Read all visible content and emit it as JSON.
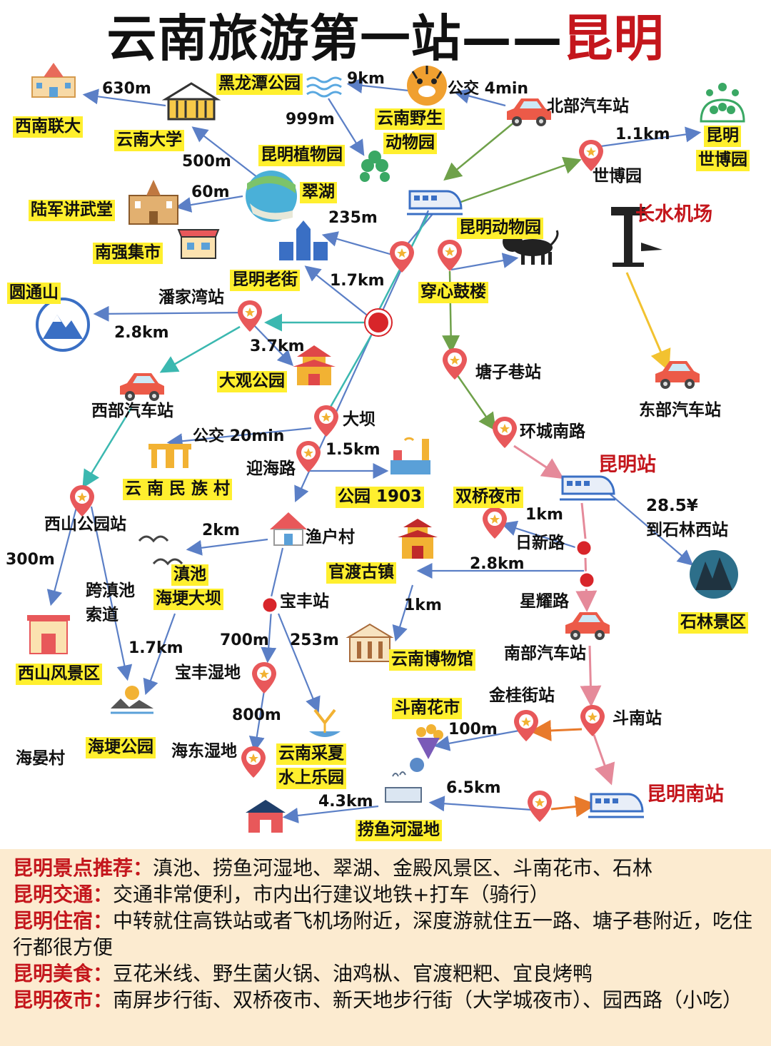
{
  "title": {
    "main": "云南旅游第一站——",
    "city": "昆明"
  },
  "colors": {
    "title_red": "#c4161c",
    "highlight": "#ffef2e",
    "info_bg": "#fcebd0",
    "route_blue": "#5b7fc6",
    "route_green": "#6fa14a",
    "route_teal": "#3bb8b0",
    "route_pink": "#e58a9a",
    "route_orange": "#e87a2b",
    "route_yellow": "#f2c230"
  },
  "places": {
    "heilongtan": "黑龙潭公园",
    "xinanlianda": "西南联大",
    "yunnandaxue": "云南大学",
    "yunnanyesheng_1": "云南野生",
    "yunnanyesheng_2": "动物园",
    "beibu_bus": "北部汽车站",
    "shibo_1": "昆明",
    "shibo_2": "世博园",
    "shibo_station": "世博园",
    "zhiwuyuan": "昆明植物园",
    "cuihu": "翠湖",
    "lujun": "陆军讲武堂",
    "nanqiang": "南强集市",
    "dongwuyuan": "昆明动物园",
    "changshui": "长水机场",
    "laojie": "昆明老街",
    "chuanxin": "穿心鼓楼",
    "yuantongshan": "圆通山",
    "panjiawan": "潘家湾站",
    "daguan": "大观公园",
    "tangzixiang": "塘子巷站",
    "xibu_bus": "西部汽车站",
    "daba": "大坝",
    "huanchengnan": "环城南路",
    "dongbu_bus": "东部汽车站",
    "minzucun": "云 南 民 族 村",
    "yinghailu": "迎海路",
    "park1903": "公园 1903",
    "kunming_station": "昆明站",
    "shuangqiao": "双桥夜市",
    "xishangongyuan": "西山公园站",
    "yuhucun": "渔户村",
    "rixinlu": "日新路",
    "shilinxi_price": "28.5¥",
    "shilinxi": "到石林西站",
    "guandu": "官渡古镇",
    "dianchi_1": "滇池",
    "dianchi_2": "海埂大坝",
    "kuadian_1": "跨滇池",
    "kuadian_2": "索道",
    "baofeng": "宝丰站",
    "xingyaolu": "星耀路",
    "shilin": "石林景区",
    "xishan": "西山风景区",
    "bowuguan": "云南博物馆",
    "nanbu_bus": "南部汽车站",
    "baofeng_wetland": "宝丰湿地",
    "jingui": "金桂街站",
    "dounan_huashi": "斗南花市",
    "dounan_station": "斗南站",
    "haigeng": "海埂公园",
    "haiyan": "海晏村",
    "haidong": "海东湿地",
    "caixia_1": "云南采夏",
    "caixia_2": "水上乐园",
    "kunmingnan": "昆明南站",
    "laoyuhe": "捞鱼河湿地"
  },
  "distances": {
    "d630": "630m",
    "d9km": "9km",
    "bus4": "公交 4min",
    "d999": "999m",
    "d11": "1.1km",
    "d500": "500m",
    "d60": "60m",
    "d235": "235m",
    "d17a": "1.7km",
    "d28a": "2.8km",
    "d37": "3.7km",
    "bus20": "公交 20min",
    "d15": "1.5km",
    "d1a": "1km",
    "d2": "2km",
    "d300": "300m",
    "d28b": "2.8km",
    "d17b": "1.7km",
    "d1b": "1km",
    "d700": "700m",
    "d253": "253m",
    "d800": "800m",
    "d100": "100m",
    "d65": "6.5km",
    "d43": "4.3km"
  },
  "info": [
    {
      "key": "昆明景点推荐：",
      "value": "滇池、捞鱼河湿地、翠湖、金殿风景区、斗南花市、石林"
    },
    {
      "key": "昆明交通：",
      "value": "交通非常便利，市内出行建议地铁+打车（骑行）"
    },
    {
      "key": "昆明住宿：",
      "value": "中转就住高铁站或者飞机场附近，深度游就住五一路、塘子巷附近，吃住行都很方便"
    },
    {
      "key": "昆明美食：",
      "value": "豆花米线、野生菌火锅、油鸡枞、官渡粑粑、宜良烤鸭"
    },
    {
      "key": "昆明夜市：",
      "value": "南屏步行街、双桥夜市、新天地步行街（大学城夜市）、园西路（小吃）"
    }
  ]
}
